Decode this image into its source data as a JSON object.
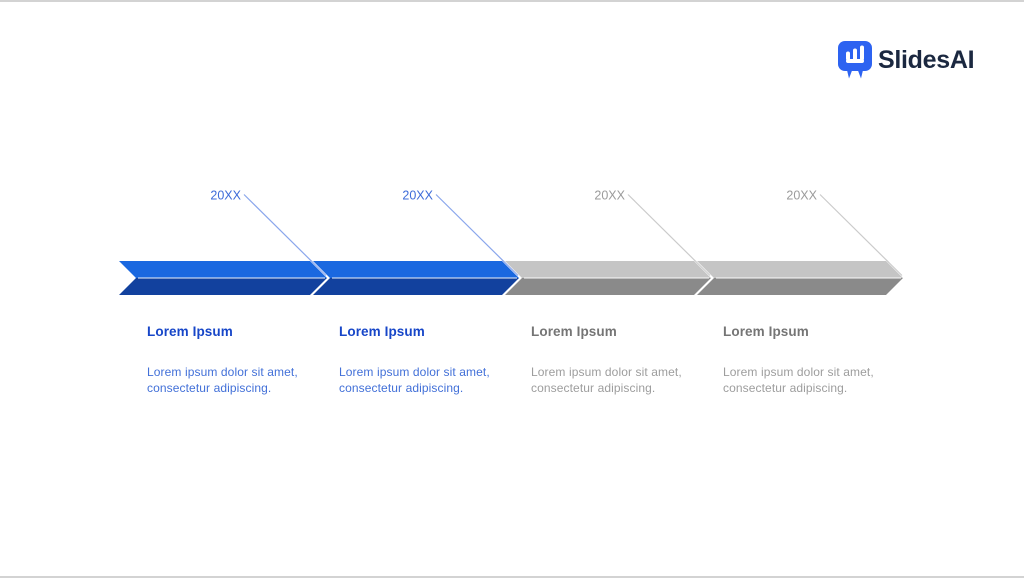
{
  "slide": {
    "background": "#ffffff",
    "border_color": "#d3d3d3"
  },
  "logo": {
    "text": "SlidesAI",
    "icon": "presentation-bar-chart-icon",
    "icon_color": "#2d63f1",
    "text_color": "#1b2840"
  },
  "timeline": {
    "type": "chevron-arrow-timeline",
    "steps": [
      {
        "year": "20XX",
        "title": "Lorem Ipsum",
        "description": "Lorem ipsum dolor sit amet, consectetur adipiscing.",
        "state": "active"
      },
      {
        "year": "20XX",
        "title": "Lorem Ipsum",
        "description": "Lorem ipsum dolor sit amet, consectetur adipiscing.",
        "state": "active"
      },
      {
        "year": "20XX",
        "title": "Lorem Ipsum",
        "description": "Lorem ipsum dolor sit amet, consectetur adipiscing.",
        "state": "inactive"
      },
      {
        "year": "20XX",
        "title": "Lorem Ipsum",
        "description": "Lorem ipsum dolor sit amet, consectetur adipiscing.",
        "state": "inactive"
      }
    ],
    "colors": {
      "active_arrow_top": "#1a68e0",
      "active_arrow_bottom": "#12419e",
      "active_title": "#1746c8",
      "active_body": "#4270d8",
      "active_year": "#3e6cd9",
      "active_leader_line": "#8aa6ec",
      "inactive_arrow_top": "#c5c5c5",
      "inactive_arrow_bottom": "#8a8a8a",
      "inactive_title": "#757575",
      "inactive_body": "#9d9d9d",
      "inactive_year": "#9b9b9b",
      "inactive_leader_line": "#cbcbcb"
    }
  }
}
